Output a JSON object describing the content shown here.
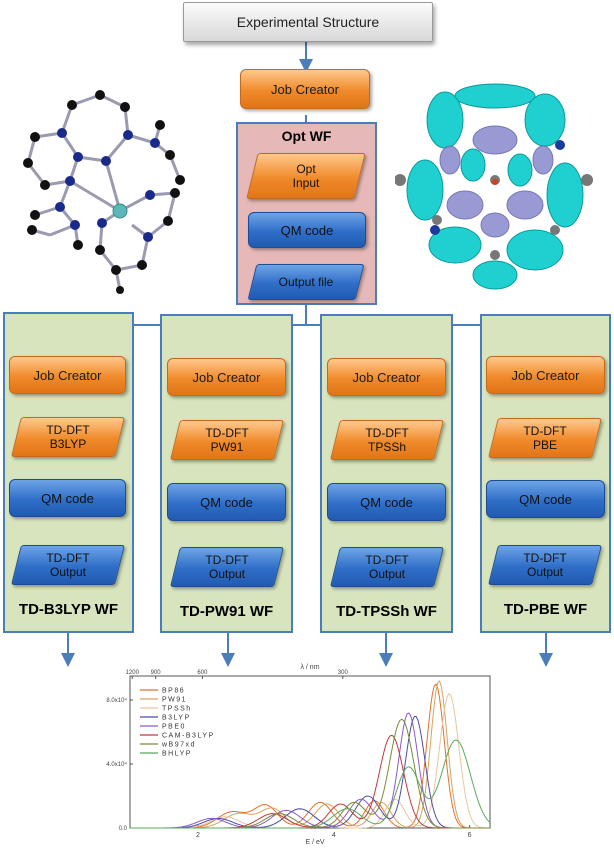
{
  "top": {
    "title": "Experimental Structure"
  },
  "opt": {
    "job_creator": "Job Creator",
    "panel_title": "Opt WF",
    "input_line1": "Opt",
    "input_line2": "Input",
    "qm_code": "QM code",
    "output": "Output file"
  },
  "workflows": [
    {
      "job_creator": "Job Creator",
      "method_line1": "TD-DFT",
      "method_line2": "B3LYP",
      "qm_code": "QM code",
      "output_line1": "TD-DFT",
      "output_line2": "Output",
      "title": "TD-B3LYP WF"
    },
    {
      "job_creator": "Job Creator",
      "method_line1": "TD-DFT",
      "method_line2": "PW91",
      "qm_code": "QM code",
      "output_line1": "TD-DFT",
      "output_line2": "Output",
      "title": "TD-PW91 WF"
    },
    {
      "job_creator": "Job Creator",
      "method_line1": "TD-DFT",
      "method_line2": "TPSSh",
      "qm_code": "QM code",
      "output_line1": "TD-DFT",
      "output_line2": "Output",
      "title": "TD-TPSSh WF"
    },
    {
      "job_creator": "Job Creator",
      "method_line1": "TD-DFT",
      "method_line2": "PBE",
      "qm_code": "QM code",
      "output_line1": "TD-DFT",
      "output_line2": "Output",
      "title": "TD-PBE WF"
    }
  ],
  "colors": {
    "orange": "#f08a2a",
    "blue": "#2f6ec8",
    "panel_green": "#d7e4bd",
    "panel_pink": "#e6b9b8",
    "border_blue": "#4a7ebb"
  },
  "chart_data": {
    "type": "line",
    "xlabel": "E / eV",
    "top_axis_label": "λ / nm",
    "top_ticks": [
      "1200",
      "900",
      "600",
      "300"
    ],
    "x_ticks": [
      "2",
      "4",
      "6"
    ],
    "y_ticks": [
      "0.0",
      "4.0x10⁴",
      "8.0x10⁴"
    ],
    "xlim": [
      1.0,
      6.3
    ],
    "ylim": [
      0,
      95000
    ],
    "legend_position": "top-left",
    "series": [
      {
        "name": "BP86",
        "color": "#e3702b",
        "peaks": [
          [
            5.5,
            90000,
            0.18
          ],
          [
            4.6,
            17000,
            0.2
          ],
          [
            3.8,
            16000,
            0.25
          ],
          [
            3.0,
            14000,
            0.25
          ],
          [
            2.5,
            10000,
            0.3
          ]
        ]
      },
      {
        "name": "PW91",
        "color": "#d9a25a",
        "peaks": [
          [
            5.55,
            92000,
            0.17
          ],
          [
            4.7,
            16000,
            0.2
          ],
          [
            3.9,
            15000,
            0.25
          ],
          [
            3.1,
            12000,
            0.25
          ],
          [
            2.6,
            9000,
            0.3
          ]
        ]
      },
      {
        "name": "TPSSh",
        "color": "#e9c4a0",
        "peaks": [
          [
            5.7,
            84000,
            0.2
          ],
          [
            4.9,
            18000,
            0.2
          ],
          [
            3.5,
            12000,
            0.3
          ],
          [
            2.4,
            7000,
            0.3
          ]
        ]
      },
      {
        "name": "B3LYP",
        "color": "#4a4fa8",
        "peaks": [
          [
            5.2,
            70000,
            0.2
          ],
          [
            4.5,
            20000,
            0.25
          ],
          [
            3.5,
            12000,
            0.3
          ],
          [
            2.3,
            6000,
            0.3
          ]
        ]
      },
      {
        "name": "PBE0",
        "color": "#8a5ac8",
        "peaks": [
          [
            5.1,
            72000,
            0.2
          ],
          [
            4.4,
            18000,
            0.25
          ],
          [
            3.3,
            11000,
            0.3
          ],
          [
            2.2,
            6000,
            0.3
          ]
        ]
      },
      {
        "name": "CAM-B3LYP",
        "color": "#c03a3a",
        "peaks": [
          [
            4.85,
            58000,
            0.25
          ],
          [
            4.1,
            15000,
            0.25
          ],
          [
            3.1,
            9000,
            0.3
          ]
        ]
      },
      {
        "name": "wB97xd",
        "color": "#7a8a3a",
        "peaks": [
          [
            5.0,
            68000,
            0.25
          ],
          [
            4.3,
            16000,
            0.25
          ],
          [
            3.2,
            9000,
            0.3
          ]
        ]
      },
      {
        "name": "BHLYP",
        "color": "#5aaa5a",
        "peaks": [
          [
            5.8,
            55000,
            0.3
          ],
          [
            5.1,
            38000,
            0.25
          ],
          [
            4.2,
            12000,
            0.3
          ]
        ]
      }
    ]
  }
}
